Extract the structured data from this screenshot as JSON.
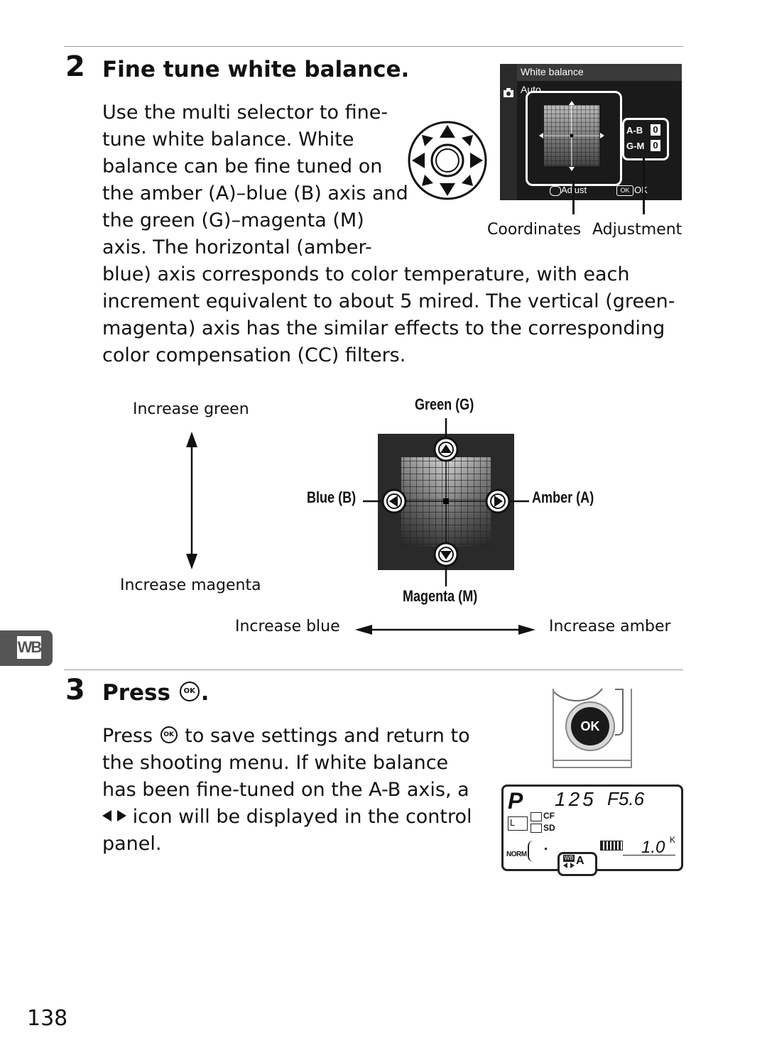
{
  "step2": {
    "number": "2",
    "title": "Fine tune white balance.",
    "lines": [
      "Use the multi selector to fine-",
      "tune white balance.  White",
      "balance can be fine tuned on",
      "the amber (A)–blue (B) axis and",
      "the green (G)–magenta (M)",
      "axis.  The horizontal (amber-",
      "blue) axis corresponds to color temperature, with each",
      "increment equivalent to about 5 mired.  The vertical (green-",
      "magenta) axis has the similar effects to the corresponding",
      "color compensation (CC) filters."
    ]
  },
  "camera_screen": {
    "menu_title": "White balance",
    "menu_value": "Auto",
    "ab_label": "A-B",
    "ab_value": "0",
    "gm_label": "G-M",
    "gm_value": "0",
    "footer_adjust": "Adjust",
    "footer_ok": "OK",
    "callout_coordinates": "Coordinates",
    "callout_adjustment": "Adjustment"
  },
  "diagram": {
    "increase_green": "Increase green",
    "increase_magenta": "Increase magenta",
    "increase_blue": "Increase blue",
    "increase_amber": "Increase amber",
    "green_label": "Green (G)",
    "blue_label": "Blue (B)",
    "amber_label": "Amber (A)",
    "magenta_label": "Magenta (M)"
  },
  "step3": {
    "number": "3",
    "title_prefix": "Press",
    "title_suffix": ".",
    "ok_glyph": "OK",
    "line1_prefix": "Press",
    "line1_suffix": "to save settings and return to",
    "line2": "the shooting menu. If white balance",
    "line3": "has been fine-tuned on the A-B axis, a",
    "line4_suffix": "icon will be displayed in the control",
    "line5": "panel."
  },
  "ok_button": {
    "label": "OK"
  },
  "control_panel": {
    "mode": "P",
    "shutter": "125",
    "aperture": "F5.6",
    "size": "L",
    "quality": "NORM",
    "card_cf": "CF",
    "card_sd": "SD",
    "wb_code": "WB",
    "wb_value": "A",
    "counter": "1.0",
    "counter_unit": "K"
  },
  "side_tab": {
    "label": "WB"
  },
  "page_number": "138",
  "icons": [
    "multi-selector-icon",
    "ok-glyph-icon",
    "ab-arrows-icon",
    "camera-icon"
  ]
}
